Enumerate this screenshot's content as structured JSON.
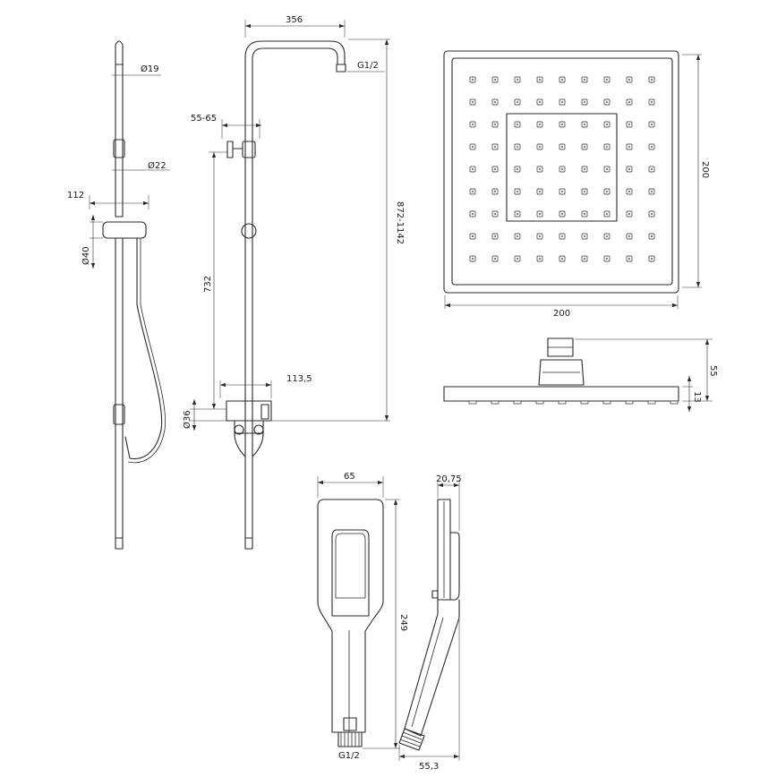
{
  "dimensions": {
    "slide_bar_diameter": "Ø19",
    "slider_diameter": "Ø22",
    "holder_projection": "112",
    "holder_diameter": "Ø40",
    "arm_reach": "356",
    "outlet_thread": "G1/2",
    "inlet_spacing": "55-65",
    "mixer_height": "732",
    "total_height": "872-1142",
    "mixer_depth": "113,5",
    "mixer_diameter": "Ø36",
    "head_height": "200",
    "head_width": "200",
    "head_profile_height": "55",
    "head_thickness": "13",
    "handshower_width": "65",
    "handshower_depth": "20,75",
    "handshower_length": "249",
    "handshower_thread": "G1/2",
    "handshower_projection": "55,3"
  },
  "colors": {
    "line": "#2a2a2a",
    "background": "#ffffff"
  }
}
